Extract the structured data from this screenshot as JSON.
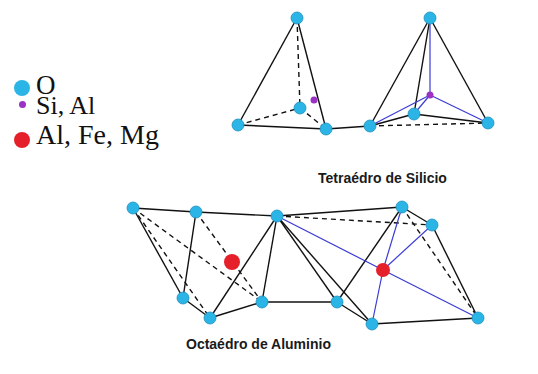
{
  "diagram": {
    "labels": [
      "Tetraédro de Silicio",
      "Octaédro de Aluminio"
    ],
    "legend": [
      {
        "text": "O",
        "color": "#2bb5e6"
      },
      {
        "text": "Si, Al",
        "color": "#9a32c4"
      },
      {
        "text": "Al, Fe, Mg",
        "color": "#e5202a"
      }
    ]
  }
}
